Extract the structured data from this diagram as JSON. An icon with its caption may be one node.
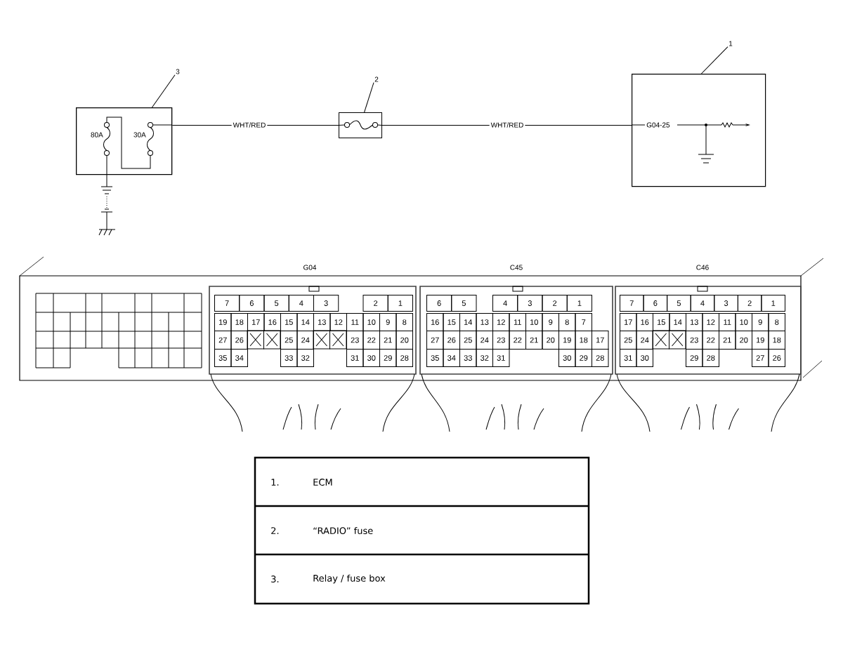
{
  "diagram": {
    "nodes": [
      {
        "text": [
          "3"
        ]
      },
      {
        "text": [
          "80A",
          "30A"
        ]
      },
      {
        "text": [
          "2"
        ]
      },
      {
        "text": [],
        "shape": "box"
      },
      {
        "text": [
          "1"
        ]
      },
      {
        "text": [
          "G04-25"
        ]
      }
    ],
    "edges": [
      {
        "from": 0,
        "to": 1,
        "arrow": "none"
      },
      {
        "from": 1,
        "to": 3,
        "arrow": "none",
        "label": "WHT/RED"
      },
      {
        "from": 2,
        "to": 3,
        "arrow": "none"
      },
      {
        "from": 3,
        "to": 5,
        "arrow": "none",
        "label": "WHT/RED"
      },
      {
        "from": 4,
        "to": 5,
        "arrow": "none"
      }
    ],
    "labels": [
      "G04",
      "7",
      "6",
      "5",
      "4",
      "3",
      "2",
      "1",
      "19",
      "18",
      "17",
      "16",
      "15",
      "14",
      "13",
      "12",
      "11",
      "10",
      "9",
      "8",
      "27",
      "26",
      "25",
      "24",
      "23",
      "22",
      "21",
      "20",
      "35",
      "34",
      "33",
      "32",
      "31",
      "30",
      "29",
      "28",
      "C45",
      "6",
      "5",
      "4",
      "3",
      "2",
      "1",
      "16",
      "15",
      "14",
      "13",
      "12",
      "11",
      "10",
      "9",
      "8",
      "7",
      "27",
      "26",
      "25",
      "24",
      "23",
      "22",
      "21",
      "20",
      "19",
      "18",
      "17",
      "35",
      "34",
      "33",
      "32",
      "31",
      "30",
      "29",
      "28",
      "C46",
      "7",
      "6",
      "5",
      "4",
      "3",
      "2",
      "1",
      "17",
      "16",
      "15",
      "14",
      "13",
      "12",
      "11",
      "10",
      "9",
      "8",
      "25",
      "24",
      "23",
      "22",
      "21",
      "20",
      "19",
      "18",
      "31",
      "30",
      "29",
      "28",
      "27",
      "26",
      "1.",
      "ECM",
      "2.",
      "“RADIO” fuse",
      "3.",
      "Relay / fuse box"
    ]
  }
}
